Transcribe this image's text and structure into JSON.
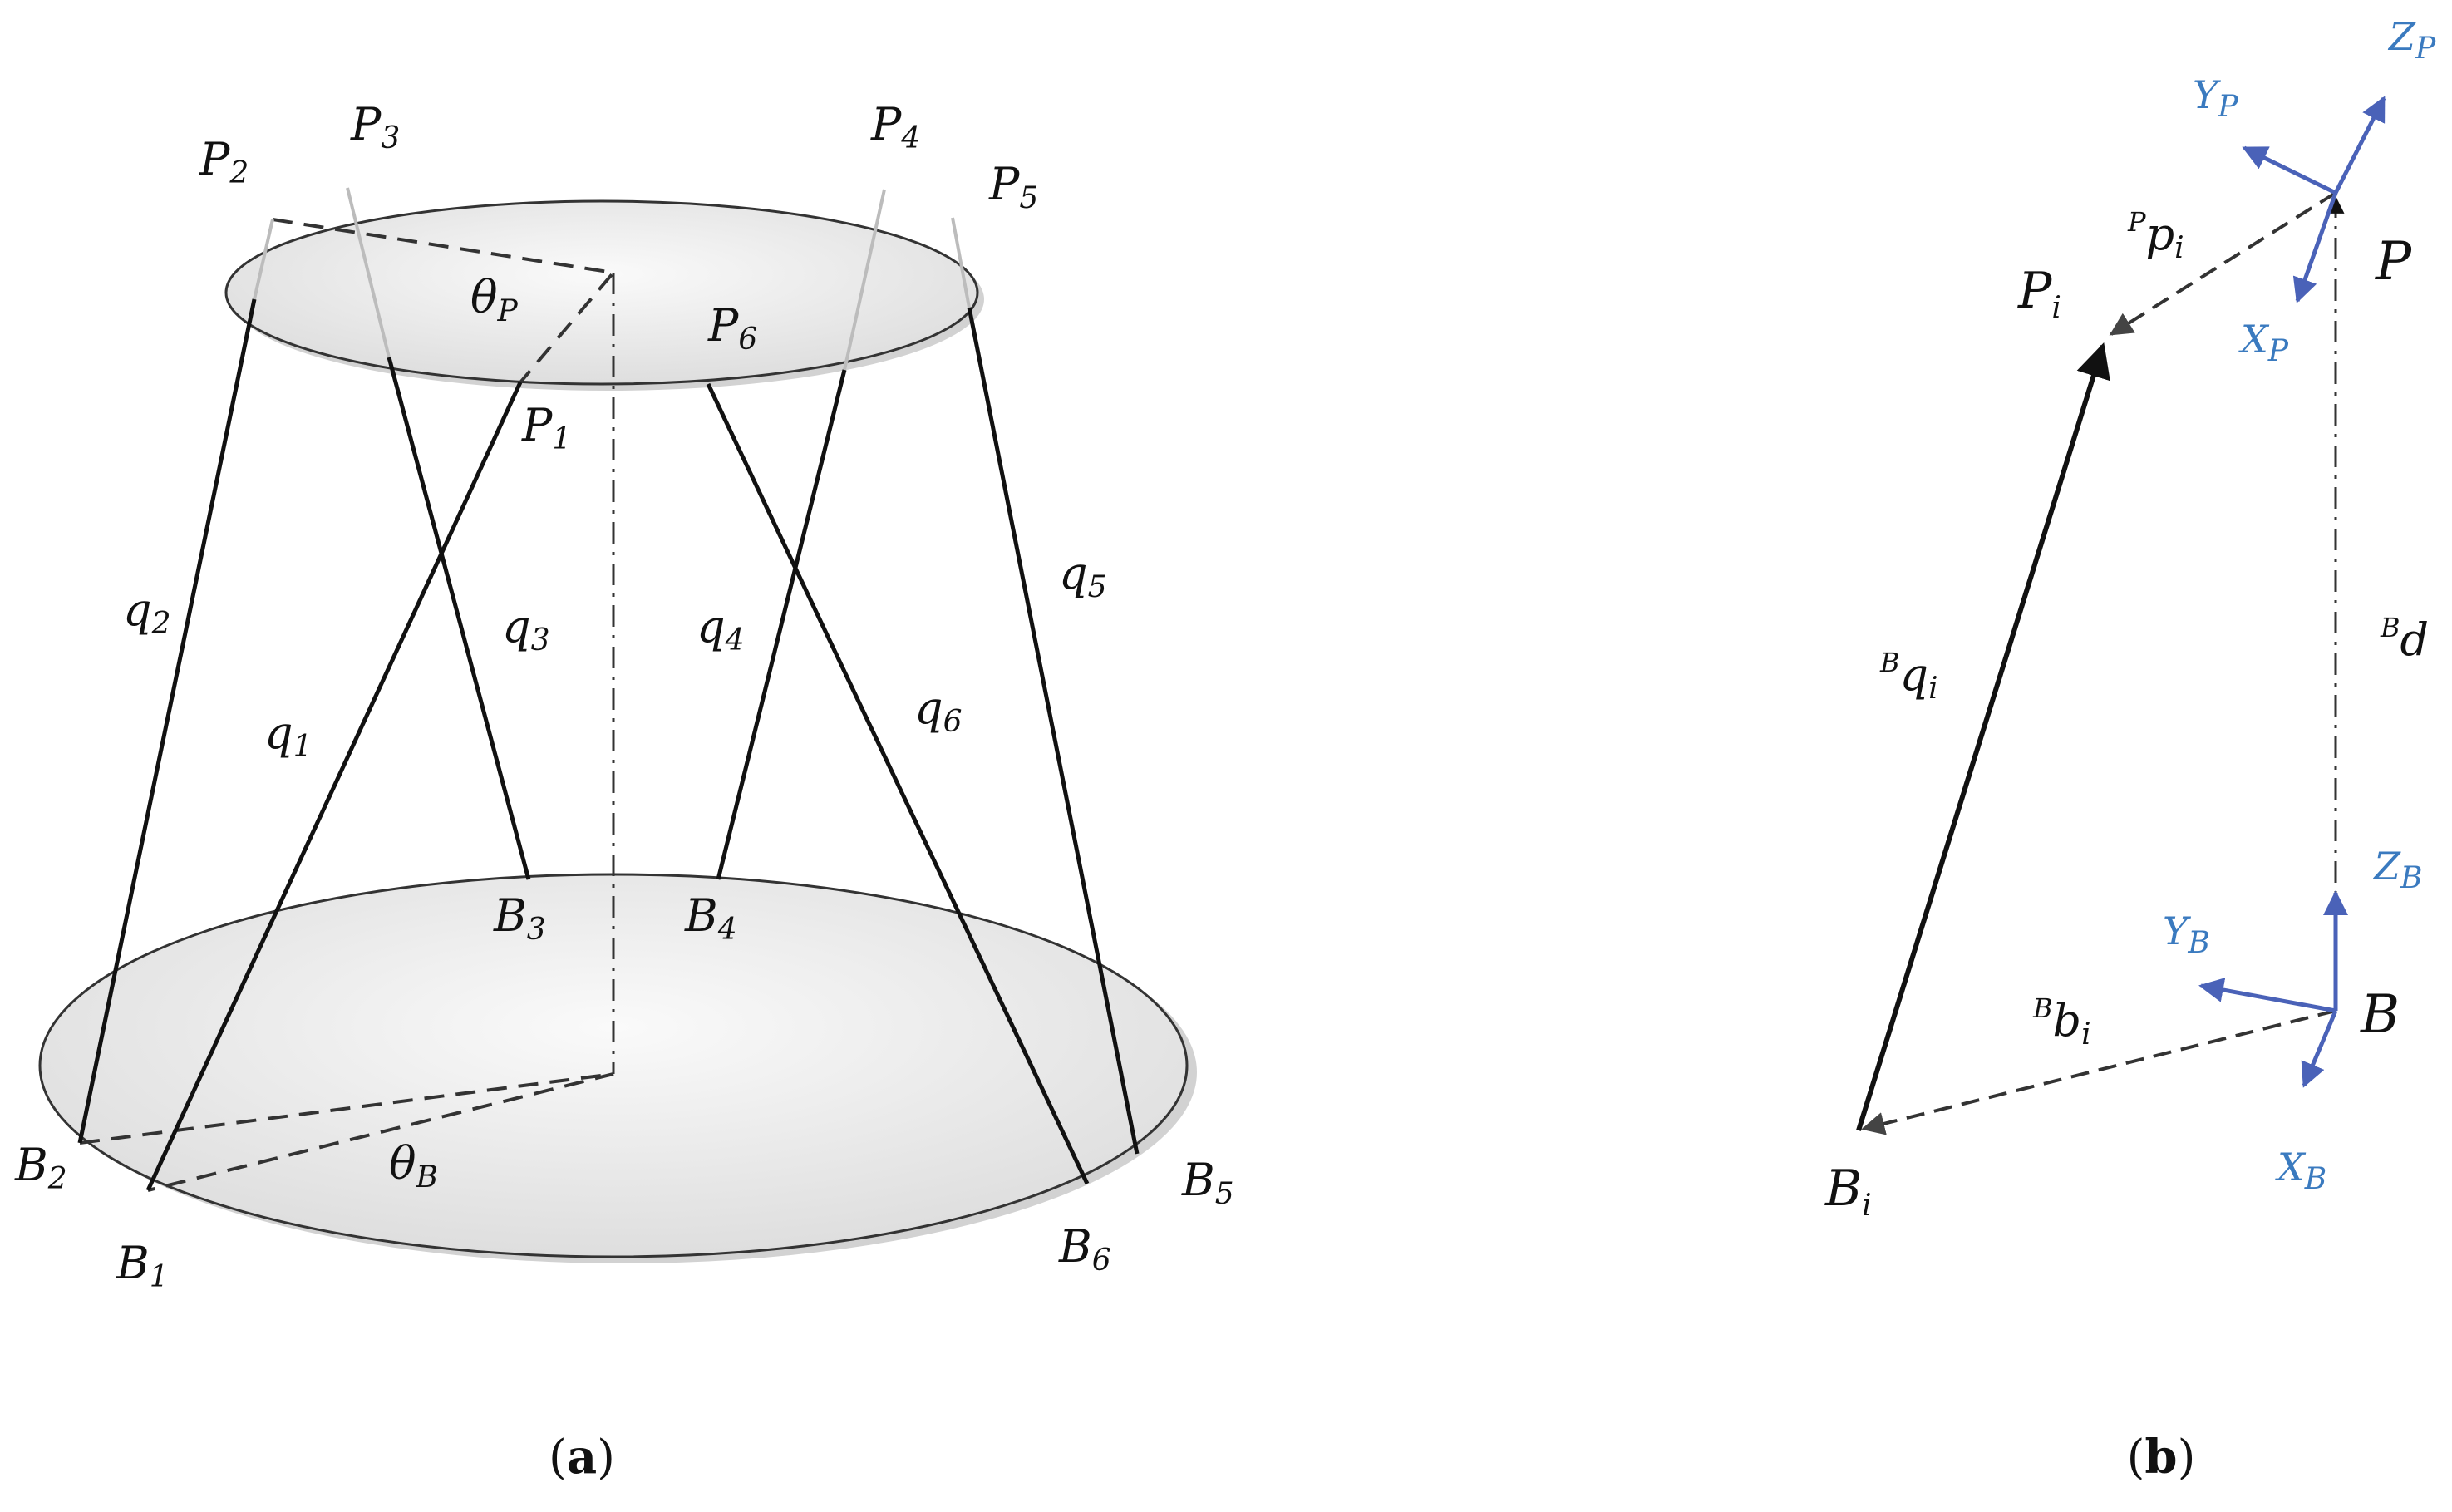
{
  "colors": {
    "line": "#111111",
    "ellipse_fill": "#e8e8e8",
    "ellipse_shadow": "#cfcfcf",
    "frame_axis": "#4a62b8",
    "frame_label": "#3a7abf",
    "faint_line": "#bcbcbc"
  },
  "panel_a": {
    "caption_open": "(",
    "caption_letter": "a",
    "caption_close": ")",
    "top_points": [
      {
        "base": "P",
        "sub": "1"
      },
      {
        "base": "P",
        "sub": "2"
      },
      {
        "base": "P",
        "sub": "3"
      },
      {
        "base": "P",
        "sub": "4"
      },
      {
        "base": "P",
        "sub": "5"
      },
      {
        "base": "P",
        "sub": "6"
      }
    ],
    "base_points": [
      {
        "base": "B",
        "sub": "1"
      },
      {
        "base": "B",
        "sub": "2"
      },
      {
        "base": "B",
        "sub": "3"
      },
      {
        "base": "B",
        "sub": "4"
      },
      {
        "base": "B",
        "sub": "5"
      },
      {
        "base": "B",
        "sub": "6"
      }
    ],
    "legs": [
      {
        "base": "q",
        "sub": "1"
      },
      {
        "base": "q",
        "sub": "2"
      },
      {
        "base": "q",
        "sub": "3"
      },
      {
        "base": "q",
        "sub": "4"
      },
      {
        "base": "q",
        "sub": "5"
      },
      {
        "base": "q",
        "sub": "6"
      }
    ],
    "angles": [
      {
        "base": "θ",
        "sub": "P"
      },
      {
        "base": "θ",
        "sub": "B"
      }
    ]
  },
  "panel_b": {
    "caption_open": "(",
    "caption_letter": "b",
    "caption_close": ")",
    "Pi": {
      "base": "P",
      "sub": "i"
    },
    "Bi": {
      "base": "B",
      "sub": "i"
    },
    "P": "P",
    "B": "B",
    "p_vec": {
      "sup": "P",
      "base": "p",
      "sub": "i"
    },
    "q_vec": {
      "sup": "B",
      "base": "q",
      "sub": "i"
    },
    "b_vec": {
      "sup": "B",
      "base": "b",
      "sub": "i"
    },
    "d_vec": {
      "sup": "B",
      "base": "d"
    },
    "frame_P": [
      {
        "base": "Y",
        "sub": "P"
      },
      {
        "base": "Z",
        "sub": "P"
      },
      {
        "base": "X",
        "sub": "P"
      }
    ],
    "frame_B": [
      {
        "base": "Z",
        "sub": "B"
      },
      {
        "base": "Y",
        "sub": "B"
      },
      {
        "base": "X",
        "sub": "B"
      }
    ]
  }
}
